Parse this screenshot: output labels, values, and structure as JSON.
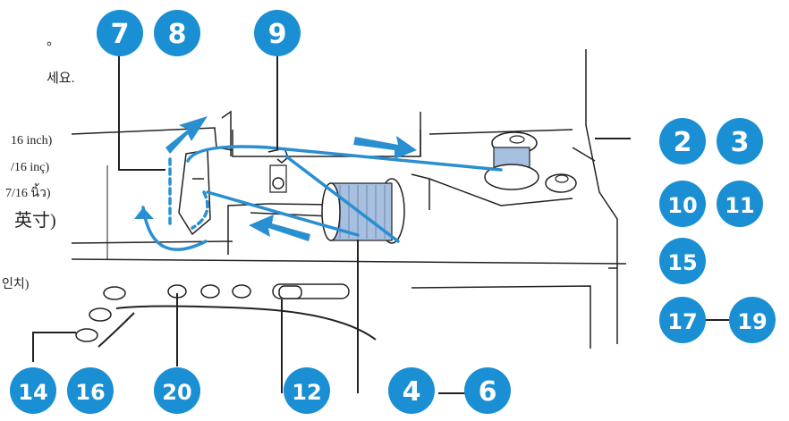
{
  "partial_text": {
    "line1": "。",
    "line2": "세요.",
    "line3": "16 inch)",
    "line4": "/16 inç)",
    "line5": "7/16 นิ้ว)",
    "line6": "英寸)",
    "line7": "인치)"
  },
  "callouts": {
    "b7": "7",
    "b8": "8",
    "b9": "9",
    "b2": "2",
    "b3": "3",
    "b10": "10",
    "b11": "11",
    "b15": "15",
    "b17": "17",
    "b19": "19",
    "b14": "14",
    "b16": "16",
    "b20": "20",
    "b12": "12",
    "b4": "4",
    "b6": "6"
  },
  "colors": {
    "badge": "#1a8fd3",
    "thread": "#2a8fd0",
    "spool": "#a8c0e0",
    "line": "#222222"
  }
}
